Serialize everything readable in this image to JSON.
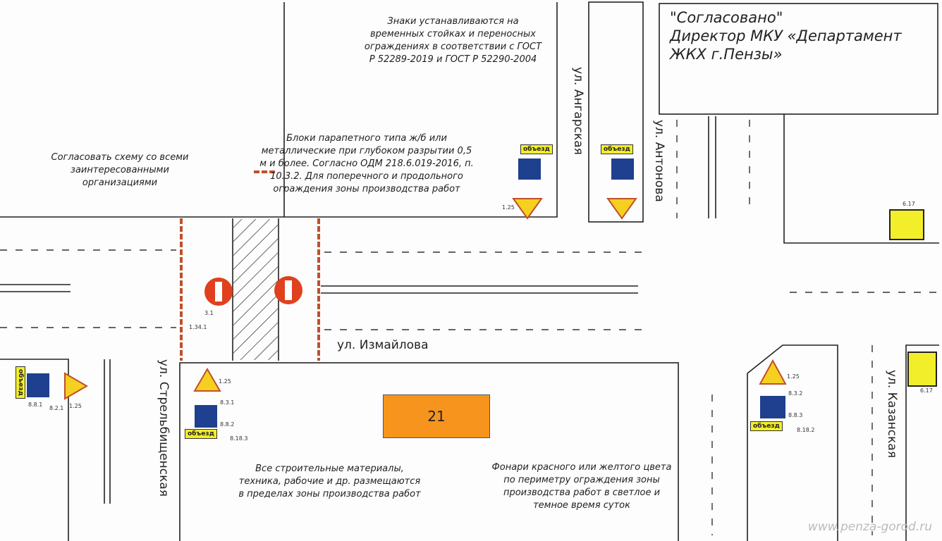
{
  "approval": {
    "line1": "\"Согласовано\"",
    "line2": "Директор МКУ «Департамент",
    "line3": "ЖКХ г.Пензы»"
  },
  "notes": {
    "signs": "Знаки устанавливаются на временных стойках и переносных ограждениях в соответствии с ГОСТ Р 52289-2019 и ГОСТ Р 52290-2004",
    "coordinate": "Согласовать схему со всеми заинтересованными организациями",
    "barriers": "Блоки парапетного типа ж/б или металлические при глубоком разрытии 0,5 м и более. Согласно ОДМ 218.6.019-2016, п. 10.3.2. Для поперечного и продольного ограждения зоны производства работ",
    "materials": "Все строительные материалы, техника, рабочие и др. размещаются в пределах зоны производства работ",
    "lights": "Фонари красного или желтого цвета по периметру ограждения зоны производства работ в светлое и темное время суток"
  },
  "streets": {
    "angarskaya": "ул. Ангарская",
    "antonova": "ул. Антонова",
    "izmailova": "ул. Измайлова",
    "strelbishchenskaya": "ул. Стрельбищенская",
    "kazanskaya": "ул. Казанская"
  },
  "lot_number": "21",
  "signs": {
    "detour": "объезд",
    "s1_25": "1.25",
    "s8_3_1": "8.3.1",
    "s8_3_2": "8.3.2",
    "s8_8_2": "8.8.2",
    "s8_8_3": "8.8.3",
    "s8_18_2": "8.18.2",
    "s8_18_3": "8.18.3",
    "s6_17": "6.17",
    "s3_1": "3.1",
    "s1_34_1": "1.34.1",
    "s8_2_1": "8.2.1",
    "s8_8_1": "8.8.1"
  },
  "watermark": "www.penza-gorod.ru",
  "colors": {
    "barrier": "#c0502a",
    "no_entry": "#e0401e",
    "sign_blue": "#1f3f8f",
    "sign_yellow": "#f2ee2a",
    "lot": "#f7941d"
  }
}
